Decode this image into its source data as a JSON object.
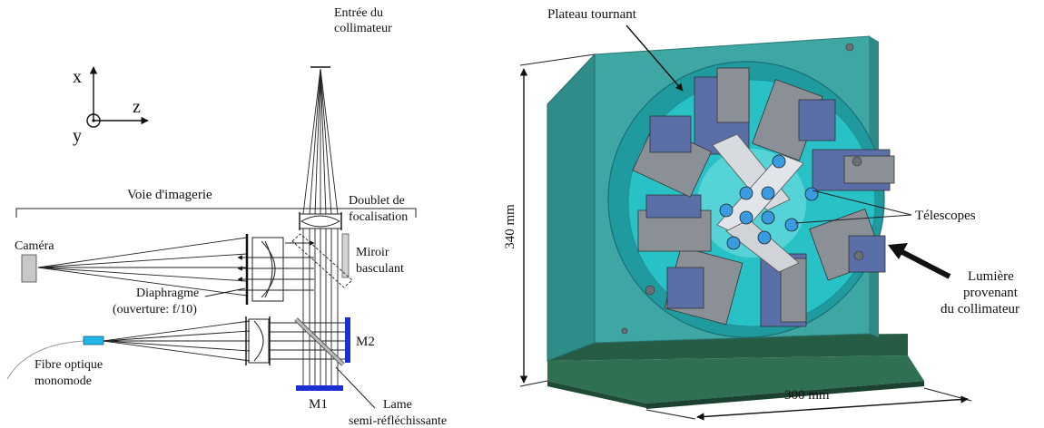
{
  "schematic": {
    "axes": {
      "x": "x",
      "y": "y",
      "z": "z"
    },
    "labels": {
      "entree_line1": "Entrée du",
      "entree_line2": "collimateur",
      "doublet_line1": "Doublet de",
      "doublet_line2": "focalisation",
      "voie": "Voie d'imagerie",
      "camera": "Caméra",
      "miroir_line1": "Miroir",
      "miroir_line2": "basculant",
      "diaphragme_line1": "Diaphragme",
      "diaphragme_line2": "(ouverture: f/10)",
      "fibre_line1": "Fibre optique",
      "fibre_line2": "monomode",
      "m2": "M2",
      "m1": "M1",
      "lame_line1": "Lame",
      "lame_line2": "semi-réfléchissante"
    }
  },
  "device": {
    "labels": {
      "plateau": "Plateau tournant",
      "telescopes": "Télescopes",
      "lumiere_line1": "Lumière",
      "lumiere_line2": "provenant",
      "lumiere_line3": "du collimateur",
      "height_dim": "340 mm",
      "width_dim": "300 mm"
    }
  },
  "colors": {
    "plate_teal": "#3fa7a3",
    "disc_cyan": "#27c1c6",
    "base_green": "#2f6f52",
    "mirror_blue": "#1c2fd6",
    "fiber_cyan": "#20b6e8",
    "block_gray": "#8b8f96",
    "mount_blue": "#5a6fa8"
  }
}
